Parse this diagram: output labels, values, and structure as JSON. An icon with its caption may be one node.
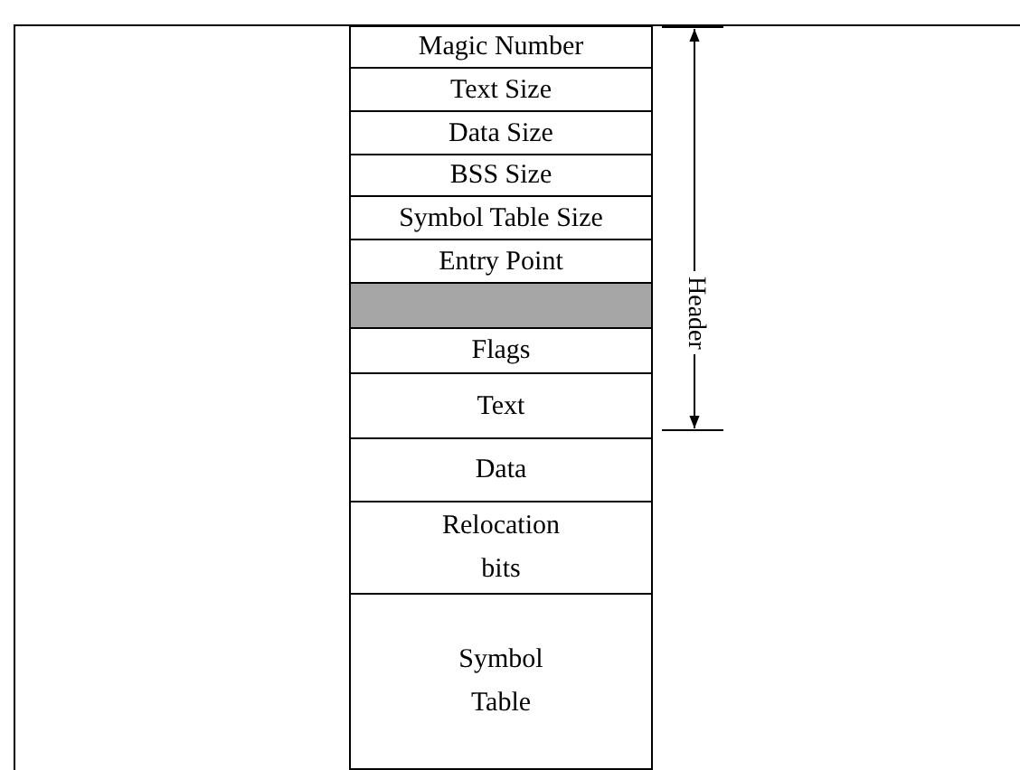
{
  "diagram": {
    "nodes": [
      {
        "text": [
          "Magic Number"
        ]
      },
      {
        "text": [
          "Text Size"
        ]
      },
      {
        "text": [
          "Data Size"
        ]
      },
      {
        "text": [
          "BSS Size"
        ]
      },
      {
        "text": [
          "Symbol Table Size"
        ]
      },
      {
        "text": [
          "Entry Point"
        ]
      },
      {
        "text": [],
        "shape": "box"
      },
      {
        "text": [
          "Flags"
        ]
      },
      {
        "text": [
          "Text"
        ]
      },
      {
        "text": [
          "Data"
        ]
      },
      {
        "text": [
          "Relocation bits"
        ]
      },
      {
        "text": [
          "Symbol Table"
        ]
      }
    ],
    "labels": [
      "Header"
    ]
  }
}
